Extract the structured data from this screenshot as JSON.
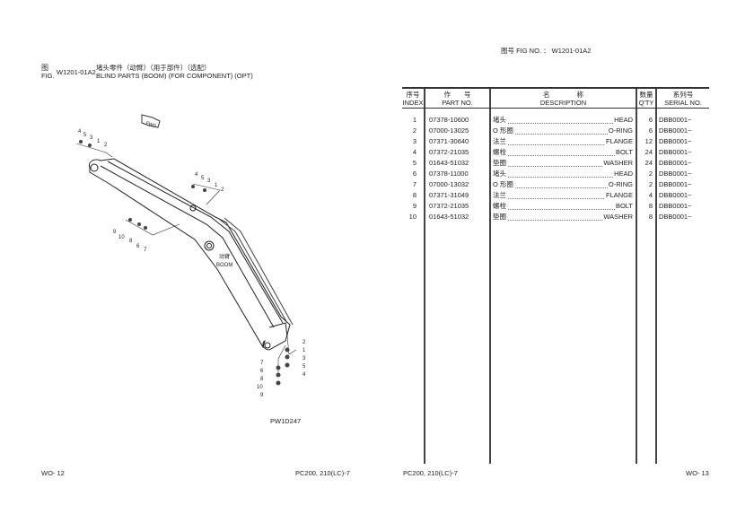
{
  "left_page": {
    "fig_label_cn": "图",
    "fig_label_en": "FIG.",
    "fig_no": "W1201-01A2",
    "title_cn": "堵头零件（动臂）（用于部件）（选配）",
    "title_en": "BLIND PARTS (BOOM) (FOR COMPONENT) (OPT)",
    "diagram": {
      "fwd_label": "FWD",
      "boom_label_cn": "动臂",
      "boom_label_en": "BOOM",
      "drawing_no": "PW1D247",
      "callouts_top_left": [
        "4",
        "5",
        "3",
        "1",
        "2"
      ],
      "callouts_mid": [
        "4",
        "5",
        "3",
        "1",
        "2"
      ],
      "callouts_left": [
        "9",
        "10",
        "8",
        "6",
        "7"
      ],
      "callouts_bottom_right": [
        "2",
        "1",
        "3",
        "5",
        "4"
      ],
      "callouts_bottom_left": [
        "7",
        "6",
        "8",
        "10",
        "9"
      ]
    },
    "footer_left": "WO- 12",
    "footer_right": "PC200, 210(LC)-7"
  },
  "right_page": {
    "fig_no_header": "图号 FIG NO. ： W1201-01A2",
    "columns": {
      "index_cn": "序号",
      "index_en": "INDEX",
      "part_cn": "作　　号",
      "part_en": "PART NO.",
      "desc_cn": "名　　　　称",
      "desc_en": "DESCRIPTION",
      "qty_cn": "数量",
      "qty_en": "Q'TY",
      "serial_cn": "系列号",
      "serial_en": "SERIAL NO."
    },
    "rows": [
      {
        "index": "1",
        "part_no": "07378-10600",
        "desc_cn": "堵头",
        "desc_en": "HEAD",
        "qty": "6",
        "serial": "DBB0001~"
      },
      {
        "index": "2",
        "part_no": "07000-13025",
        "desc_cn": "O 形圈",
        "desc_en": "O-RING",
        "qty": "6",
        "serial": "DBB0001~"
      },
      {
        "index": "3",
        "part_no": "07371-30640",
        "desc_cn": "法兰",
        "desc_en": "FLANGE",
        "qty": "12",
        "serial": "DBB0001~"
      },
      {
        "index": "4",
        "part_no": "07372-21035",
        "desc_cn": "螺栓",
        "desc_en": "BOLT",
        "qty": "24",
        "serial": "DBB0001~"
      },
      {
        "index": "5",
        "part_no": "01643-51032",
        "desc_cn": "垫圈",
        "desc_en": "WASHER",
        "qty": "24",
        "serial": "DBB0001~"
      },
      {
        "index": "6",
        "part_no": "07378-11000",
        "desc_cn": "堵头",
        "desc_en": "HEAD",
        "qty": "2",
        "serial": "DBB0001~"
      },
      {
        "index": "7",
        "part_no": "07000-13032",
        "desc_cn": "O 形圈",
        "desc_en": "O-RING",
        "qty": "2",
        "serial": "DBB0001~"
      },
      {
        "index": "8",
        "part_no": "07371-31049",
        "desc_cn": "法兰",
        "desc_en": "FLANGE",
        "qty": "4",
        "serial": "DBB0001~"
      },
      {
        "index": "9",
        "part_no": "07372-21035",
        "desc_cn": "螺栓",
        "desc_en": "BOLT",
        "qty": "8",
        "serial": "DBB0001~"
      },
      {
        "index": "10",
        "part_no": "01643-51032",
        "desc_cn": "垫圈",
        "desc_en": "WASHER",
        "qty": "8",
        "serial": "DBB0001~"
      }
    ],
    "footer_left": "PC200, 210(LC)-7",
    "footer_right": "WO- 13"
  }
}
